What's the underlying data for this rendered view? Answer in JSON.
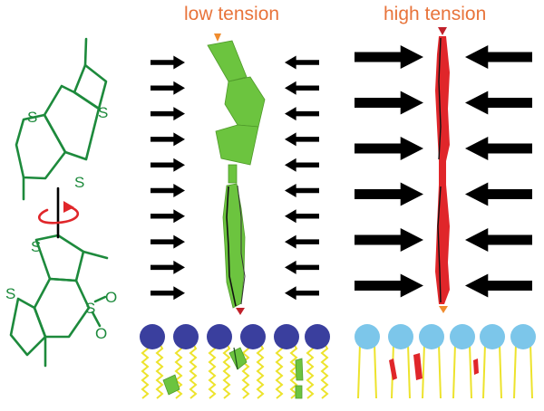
{
  "labels": {
    "low_tension": "low tension",
    "high_tension": "high tension",
    "sulfur": "S",
    "oxygen": "O"
  },
  "colors": {
    "title": "#e8743b",
    "molecule": "#1d8a3c",
    "bond_rotation_arrow": "#e0262a",
    "green_chain": "#6cc43f",
    "red_chain": "#e0262a",
    "arrow": "#000000",
    "headgroup_low": "#3a3f9e",
    "headgroup_high": "#7cc6ea",
    "lipid_tail": "#ede32c",
    "orange_tip": "#f08c2e",
    "red_tip": "#c0202a"
  },
  "arrow_rows": {
    "low": 10,
    "high": 6
  }
}
